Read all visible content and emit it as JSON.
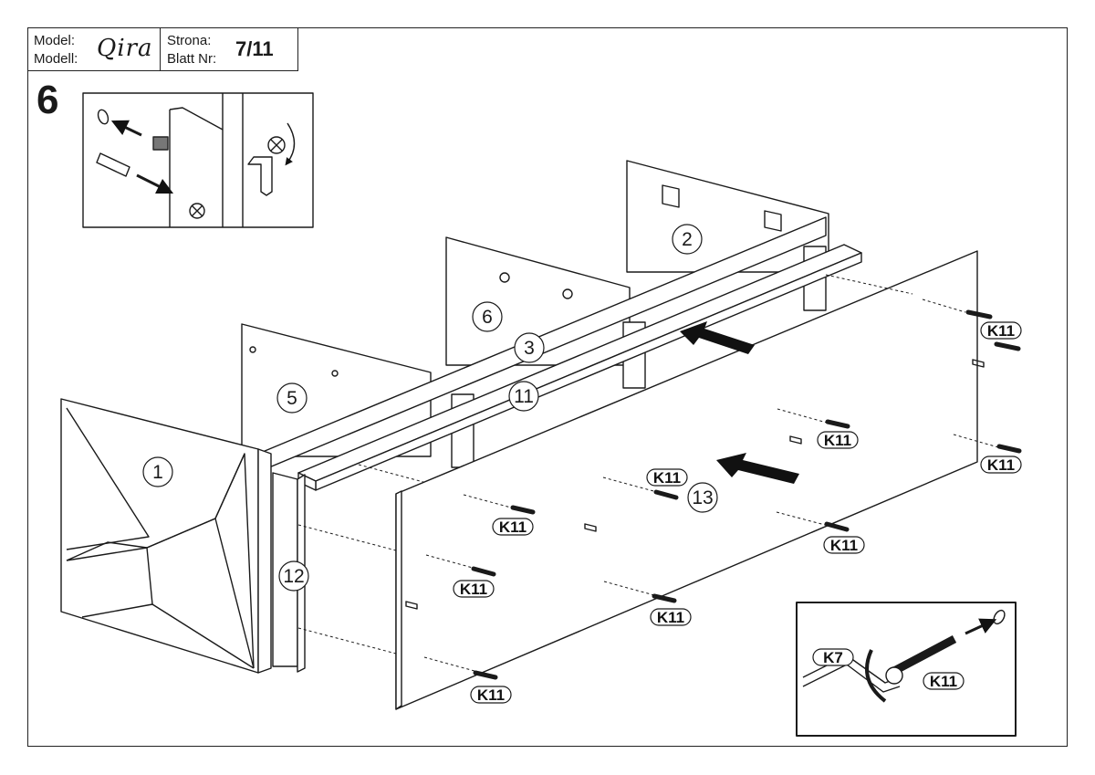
{
  "header": {
    "model_label": "Model:",
    "modell_label": "Modell:",
    "model_name": "Qira",
    "page_label": "Strona:",
    "page_label_de": "Blatt Nr:",
    "page_number": "7/11"
  },
  "step": {
    "number": "6"
  },
  "callouts": [
    "1",
    "2",
    "3",
    "5",
    "6",
    "11",
    "12",
    "13"
  ],
  "part_labels": {
    "k11": "K11",
    "k7": "K7"
  },
  "colors": {
    "line": "#1a1a1a",
    "paper": "#ffffff",
    "arrow": "#111111"
  }
}
